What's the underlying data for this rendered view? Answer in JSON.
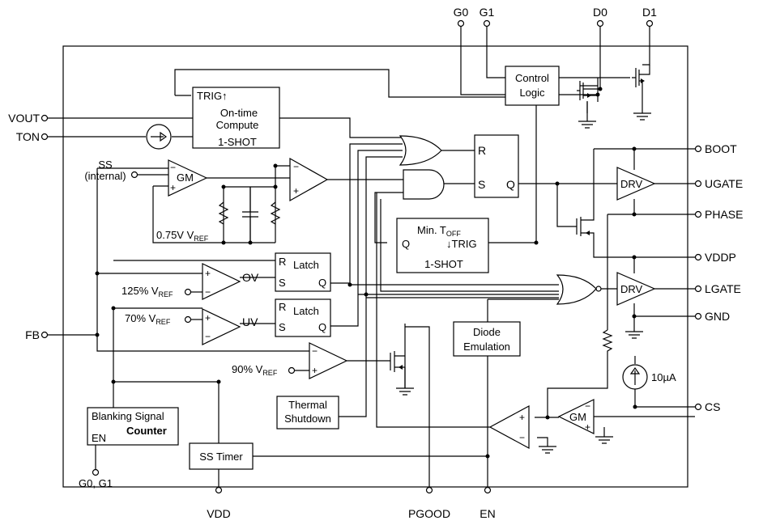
{
  "pins": {
    "g0": "G0",
    "g1": "G1",
    "d0": "D0",
    "d1": "D1",
    "vout": "VOUT",
    "ton": "TON",
    "fb": "FB",
    "boot": "BOOT",
    "ugate": "UGATE",
    "phase": "PHASE",
    "vddp": "VDDP",
    "lgate": "LGATE",
    "gnd": "GND",
    "cs": "CS",
    "vdd": "VDD",
    "pgood": "PGOOD",
    "en": "EN",
    "g0g1": "G0, G1"
  },
  "blocks": {
    "control_logic": [
      "Control",
      "Logic"
    ],
    "ontime": {
      "trig": "TRIG↑",
      "l1": "On-time",
      "l2": "Compute",
      "l3": "1-SHOT"
    },
    "ss_internal": [
      "SS",
      "(internal)"
    ],
    "gm": "GM",
    "ref_075": {
      "main": "0.75V V",
      "sub": "REF"
    },
    "sr_latch": {
      "r": "R",
      "s": "S",
      "q": "Q"
    },
    "min_toff": {
      "main": "Min. T",
      "sub": "OFF",
      "q": "Q",
      "trig": "↓TRIG",
      "oneshot": "1-SHOT"
    },
    "ov": {
      "r": "R",
      "latch": "Latch",
      "s": "S",
      "q": "Q",
      "ref_main": "125% V",
      "ref_sub": "REF",
      "label": "OV"
    },
    "uv": {
      "r": "R",
      "latch": "Latch",
      "s": "S",
      "q": "Q",
      "ref_main": "70% V",
      "ref_sub": "REF",
      "label": "UV"
    },
    "ref_90": {
      "main": "90% V",
      "sub": "REF"
    },
    "drv": "DRV",
    "diode_emulation": [
      "Diode",
      "Emulation"
    ],
    "thermal_shutdown": [
      "Thermal",
      "Shutdown"
    ],
    "blanking": {
      "l1": "Blanking Signal",
      "l2": "Counter",
      "en": "EN"
    },
    "ss_timer": "SS Timer",
    "current_source": "10µA",
    "gm_cs": "GM"
  },
  "opamp_signs": {
    "plus": "+",
    "minus": "−"
  }
}
